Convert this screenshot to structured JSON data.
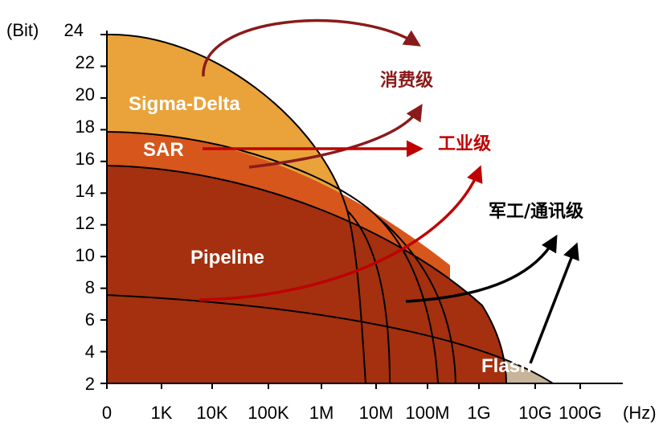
{
  "chart_data": {
    "type": "area",
    "title": "",
    "xlabel": "(Hz)",
    "ylabel": "(Bit)",
    "x_scale": "log",
    "x_ticks": [
      "0",
      "1K",
      "10K",
      "100K",
      "1M",
      "10M",
      "100M",
      "1G",
      "10G",
      "100G"
    ],
    "y_ticks": [
      "2",
      "4",
      "6",
      "8",
      "10",
      "12",
      "14",
      "16",
      "18",
      "20",
      "22",
      "24"
    ],
    "ylim": [
      2,
      24
    ],
    "grid": false,
    "legend": "none",
    "regions": [
      {
        "name": "Sigma-Delta",
        "color": "#E9A33A",
        "max_bits": 24,
        "max_frequency": "1M-10M"
      },
      {
        "name": "SAR",
        "color": "#D7561C",
        "max_bits": 17.8,
        "max_frequency": "10M-100M"
      },
      {
        "name": "Pipeline",
        "color": "#A4300F",
        "max_bits": 15.6,
        "max_frequency": "1G-10G"
      },
      {
        "name": "Flash",
        "color": "#C7B49A",
        "max_bits": 7.6,
        "max_frequency": "10G"
      }
    ],
    "annotations": [
      {
        "text": "消费级",
        "color": "#8B1A1A"
      },
      {
        "text": "工业级",
        "color": "#C00000"
      },
      {
        "text": "军工/通讯级",
        "color": "#000000"
      }
    ]
  }
}
